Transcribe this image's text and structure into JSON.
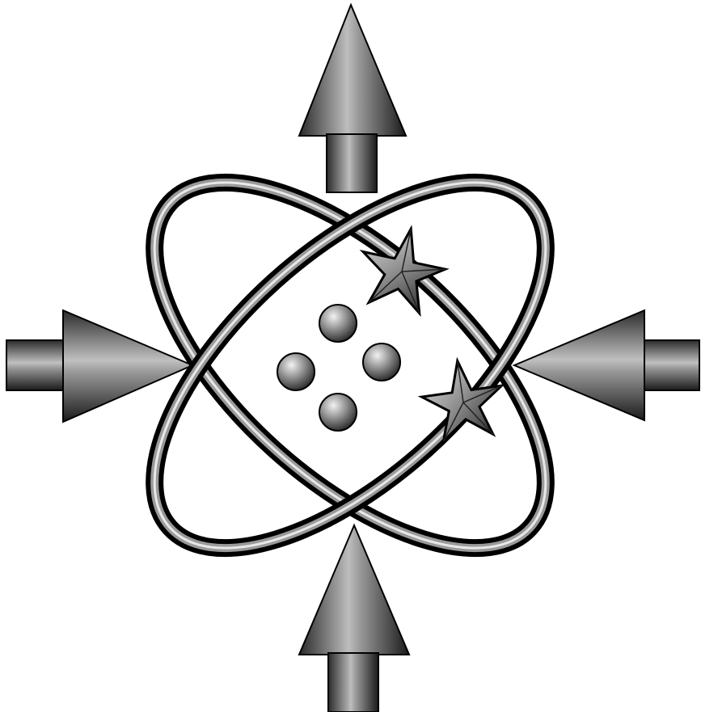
{
  "illustration": {
    "subject": "atom-icon",
    "palette": {
      "background": "#ffffff",
      "ink": "#000000",
      "mid_gray": "#8a8a8a",
      "light_gray": "#d9d9d9"
    },
    "arrows": [
      {
        "icon": "arrow-up-icon",
        "direction": "up"
      },
      {
        "icon": "arrow-right-icon",
        "direction": "right"
      },
      {
        "icon": "arrow-left-icon",
        "direction": "left"
      },
      {
        "icon": "arrow-up-icon",
        "direction": "up"
      }
    ],
    "orbit_count": 2,
    "nucleus_particle_count": 4,
    "electron_star_count": 2
  }
}
